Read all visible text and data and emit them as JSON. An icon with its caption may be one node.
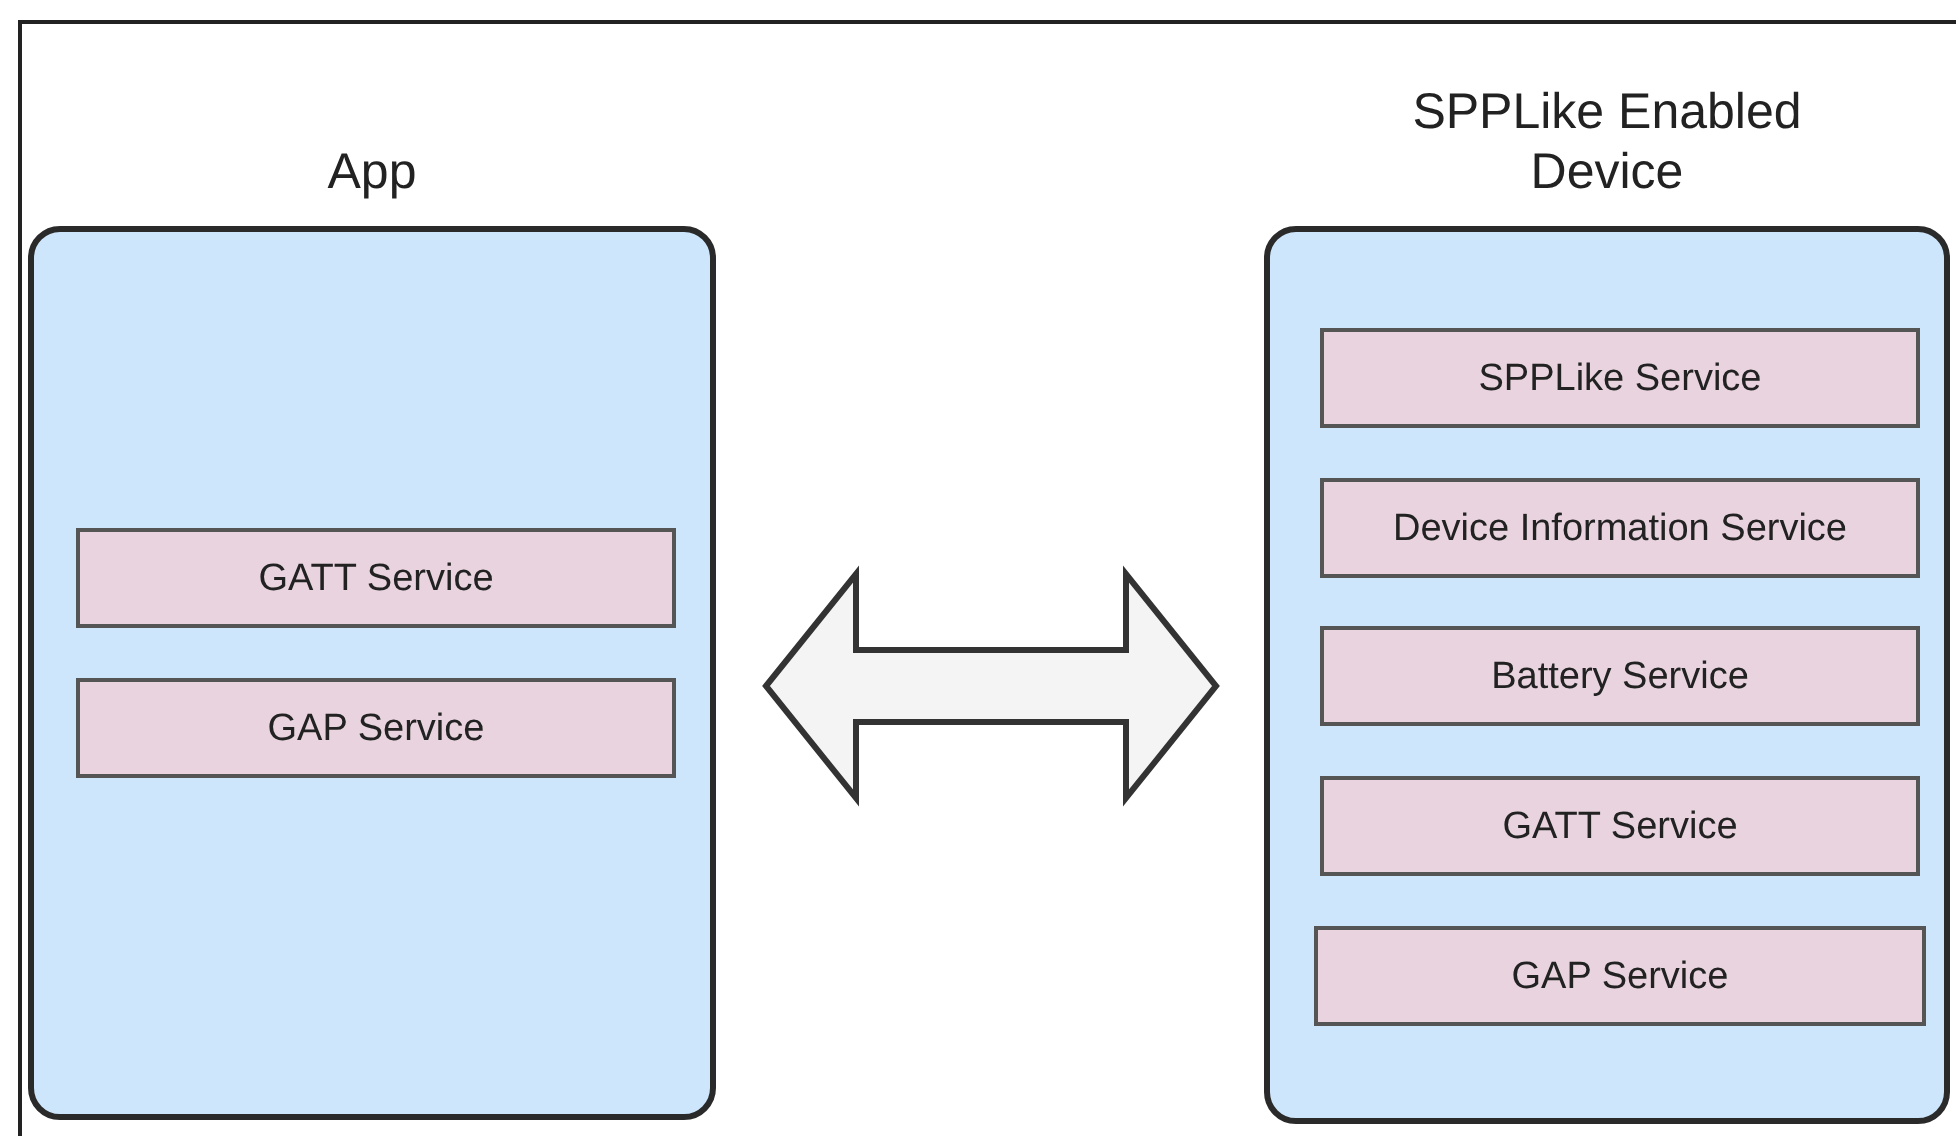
{
  "diagram": {
    "nodes": [
      {
        "text": [
          "App"
        ]
      },
      {
        "text": [
          "GATT Service"
        ],
        "in": 0
      },
      {
        "text": [
          "GAP Service"
        ],
        "in": 0
      },
      {
        "text": [
          "SPPLike Enabled Device"
        ]
      },
      {
        "text": [
          "SPPLike Service"
        ],
        "in": 3
      },
      {
        "text": [
          "Device Information Service"
        ],
        "in": 3
      },
      {
        "text": [
          "Battery Service"
        ],
        "in": 3
      },
      {
        "text": [
          "GATT Service"
        ],
        "in": 3
      },
      {
        "text": [
          "GAP Service"
        ],
        "in": 3
      }
    ],
    "edges": [
      {
        "from": 0,
        "to": 3,
        "arrow": "both",
        "style": "thick"
      }
    ]
  }
}
